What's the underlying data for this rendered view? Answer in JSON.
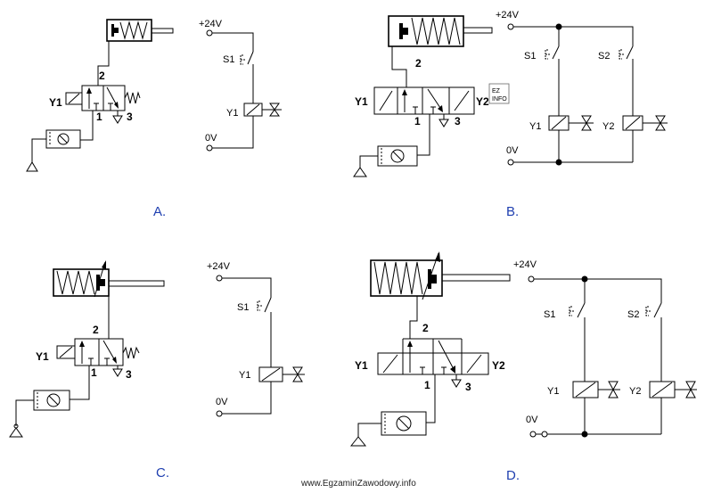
{
  "labels": {
    "v24": "+24V",
    "v0": "0V",
    "s1": "S1",
    "s2": "S2",
    "y1": "Y1",
    "y2": "Y2",
    "port2": "2",
    "port1": "1",
    "port3": "3"
  },
  "options": [
    "A.",
    "B.",
    "C.",
    "D."
  ],
  "watermark": "www.EgzaminZawodowy.info"
}
